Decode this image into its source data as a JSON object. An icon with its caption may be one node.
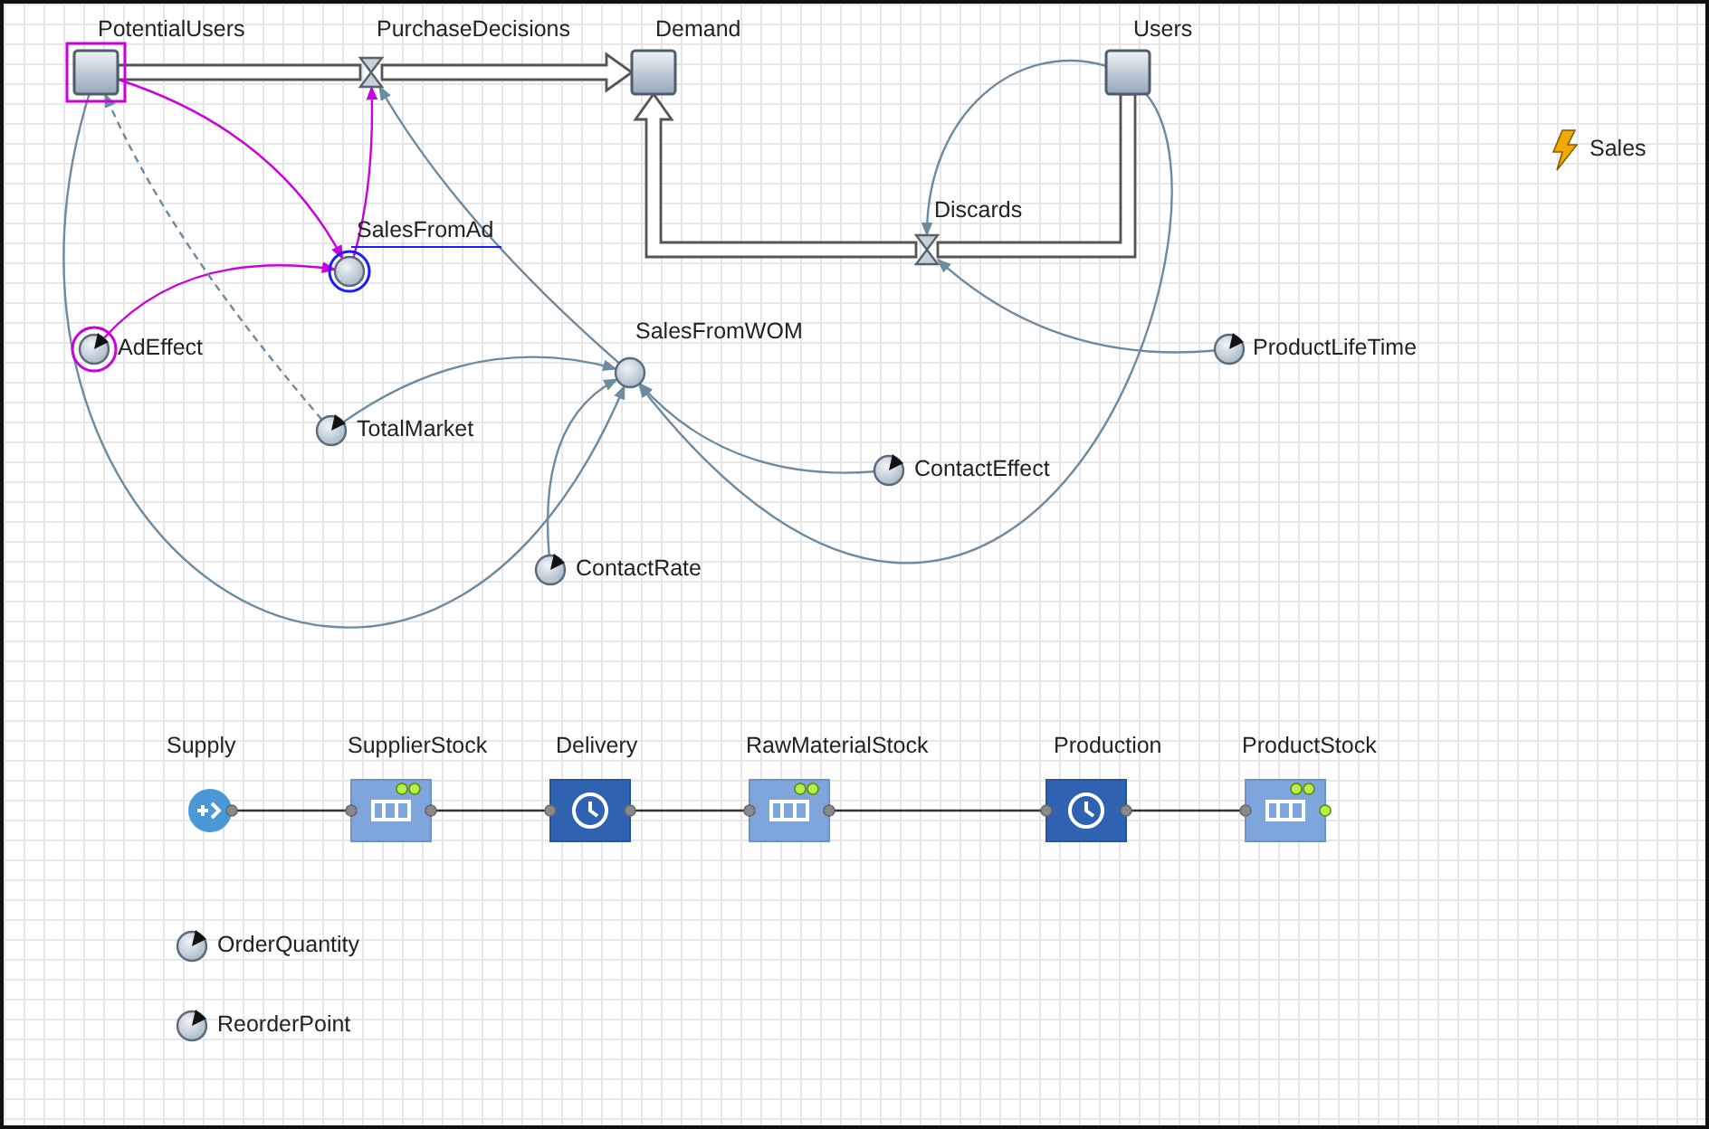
{
  "diagram": {
    "nodes": [
      {
        "text": [
          "PotentialUsers"
        ]
      },
      {
        "text": [
          "PurchaseDecisions"
        ]
      },
      {
        "text": [
          "Demand"
        ]
      },
      {
        "text": [
          "Users"
        ]
      },
      {
        "text": [
          "Discards"
        ]
      },
      {
        "text": [
          "SalesFromAd"
        ]
      },
      {
        "text": [
          "AdEffect"
        ]
      },
      {
        "text": [
          "SalesFromWOM"
        ]
      },
      {
        "text": [
          "TotalMarket"
        ]
      },
      {
        "text": [
          "ProductLifeTime"
        ]
      },
      {
        "text": [
          "ContactEffect"
        ]
      },
      {
        "text": [
          "ContactRate"
        ]
      },
      {
        "text": [
          "Sales"
        ]
      },
      {
        "text": [
          "Supply"
        ]
      },
      {
        "text": [
          "SupplierStock"
        ]
      },
      {
        "text": [
          "Delivery"
        ]
      },
      {
        "text": [
          "RawMaterialStock"
        ]
      },
      {
        "text": [
          "Production"
        ]
      },
      {
        "text": [
          "ProductStock"
        ]
      },
      {
        "text": [
          "OrderQuantity"
        ]
      },
      {
        "text": [
          "ReorderPoint"
        ]
      }
    ],
    "edges": [
      {
        "from": 0,
        "to": 1,
        "arrow": "none",
        "style": "thick"
      },
      {
        "from": 1,
        "to": 2,
        "arrow": "to",
        "style": "thick"
      },
      {
        "from": 3,
        "to": 4,
        "arrow": "none",
        "style": "thick"
      },
      {
        "from": 4,
        "to": 2,
        "arrow": "to",
        "style": "thick"
      },
      {
        "from": 0,
        "to": 5,
        "arrow": "to",
        "color": "#cc00dd"
      },
      {
        "from": 5,
        "to": 1,
        "arrow": "to",
        "color": "#cc00dd"
      },
      {
        "from": 6,
        "to": 5,
        "arrow": "to",
        "color": "#cc00dd"
      },
      {
        "from": 8,
        "to": 0,
        "arrow": "to",
        "style": "dashed"
      },
      {
        "from": 7,
        "to": 1,
        "arrow": "to"
      },
      {
        "from": 8,
        "to": 7,
        "arrow": "to"
      },
      {
        "from": 0,
        "to": 7,
        "arrow": "to"
      },
      {
        "from": 11,
        "to": 7,
        "arrow": "to"
      },
      {
        "from": 10,
        "to": 7,
        "arrow": "to"
      },
      {
        "from": 3,
        "to": 7,
        "arrow": "to"
      },
      {
        "from": 3,
        "to": 4,
        "arrow": "to"
      },
      {
        "from": 9,
        "to": 4,
        "arrow": "to"
      },
      {
        "from": 13,
        "to": 14,
        "arrow": "none",
        "color": "#333333"
      },
      {
        "from": 14,
        "to": 15,
        "arrow": "none",
        "color": "#333333"
      },
      {
        "from": 15,
        "to": 16,
        "arrow": "none",
        "color": "#333333"
      },
      {
        "from": 16,
        "to": 17,
        "arrow": "none",
        "color": "#333333"
      },
      {
        "from": 17,
        "to": 18,
        "arrow": "none",
        "color": "#333333"
      }
    ]
  }
}
